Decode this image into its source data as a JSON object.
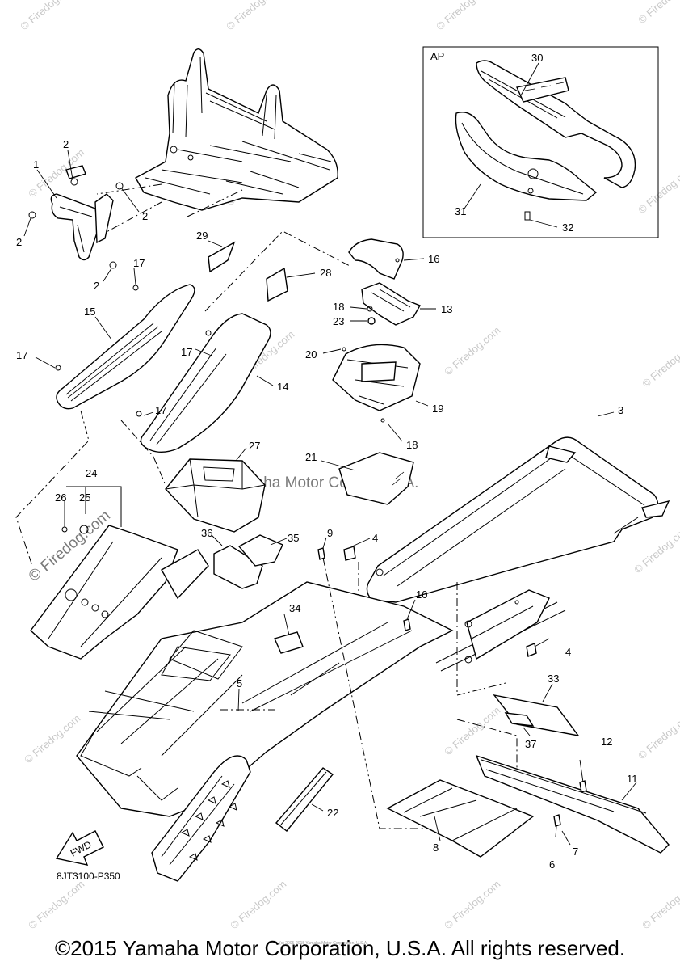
{
  "watermark": {
    "text": "© Firedog.com",
    "bold_text": "© Firedog.com",
    "center_text": "Yamaha Motor Corp., U.S.A."
  },
  "inset": {
    "label": "AP"
  },
  "callouts": {
    "c1": "1",
    "c2": "2",
    "c3": "3",
    "c4": "4",
    "c5": "5",
    "c6": "6",
    "c7": "7",
    "c8": "8",
    "c9": "9",
    "c10": "10",
    "c11": "11",
    "c12": "12",
    "c13": "13",
    "c14": "14",
    "c15": "15",
    "c16": "16",
    "c17": "17",
    "c18": "18",
    "c19": "19",
    "c20": "20",
    "c21": "21",
    "c22": "22",
    "c23": "23",
    "c24": "24",
    "c25": "25",
    "c26": "26",
    "c27": "27",
    "c28": "28",
    "c29": "29",
    "c30": "30",
    "c31": "31",
    "c32": "32",
    "c33": "33",
    "c34": "34",
    "c35": "35",
    "c36": "36",
    "c37": "37"
  },
  "fwd_label": "FWD",
  "diagram_code": "8JT3100-P350",
  "fine_print": "(c) 2005-2015 Yamaha Motor Corporation, U.S.A.",
  "copyright": "©2015 Yamaha Motor Corporation, U.S.A. All rights reserved."
}
